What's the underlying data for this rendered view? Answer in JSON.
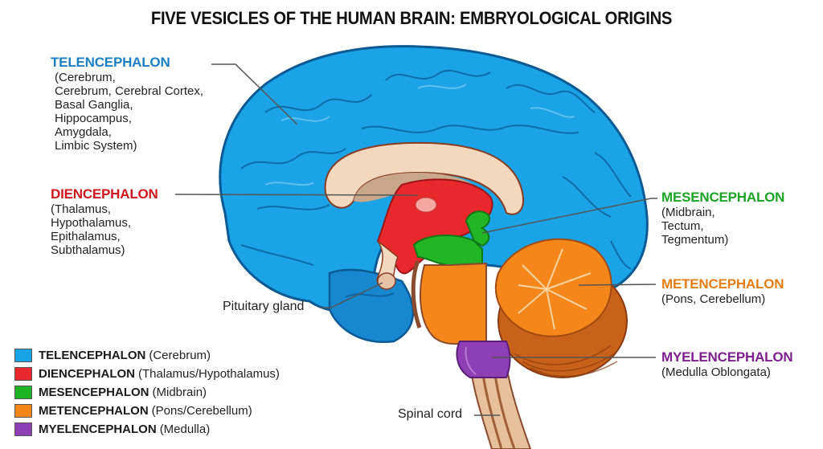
{
  "title": "FIVE VESICLES OF THE HUMAN BRAIN: EMBRYOLOGICAL ORIGINS",
  "colors": {
    "telencephalon": "#1aa3e6",
    "telencephalon_dark": "#0b6fb0",
    "diencephalon": "#e8282c",
    "mesencephalon": "#22b526",
    "metencephalon": "#f5861a",
    "metencephalon_dark": "#c8621a",
    "myelencephalon": "#8e3fb4",
    "white_matter": "#f1d8bf",
    "spinal_cord": "#e6c19c",
    "brainstem_brown": "#8a4a2e"
  },
  "callouts": {
    "telencephalon": {
      "name": "TELENCEPHALON",
      "color": "#1b7fc3",
      "detail": "(Cerebrum,\nCerebrum, Cerebral Cortex,\nBasal Ganglia,\nHippocampus,\nAmygdala,\nLimbic System)"
    },
    "diencephalon": {
      "name": "DIENCEPHALON",
      "color": "#d0161c",
      "detail": "(Thalamus,\n Hypothalamus,\n Epithalamus,\n Subthalamus)"
    },
    "mesencephalon": {
      "name": "MESENCEPHALON",
      "color": "#1aa524",
      "detail": "(Midbrain,\n Tectum,\n Tegmentum)"
    },
    "metencephalon": {
      "name": "METENCEPHALON",
      "color": "#e57e16",
      "detail": "(Pons, Cerebellum)"
    },
    "myelencephalon": {
      "name": "MYELENCEPHALON",
      "color": "#7d1f8e",
      "detail": "(Medulla Oblongata)"
    }
  },
  "labels": {
    "pituitary": "Pituitary gland",
    "spinal_cord": "Spinal cord"
  },
  "legend": [
    {
      "name": "TELENCEPHALON",
      "desc": "(Cerebrum)",
      "color": "#1aa3e6"
    },
    {
      "name": "DIENCEPHALON",
      "desc": "(Thalamus/Hypothalamus)",
      "color": "#e8282c"
    },
    {
      "name": "MESENCEPHALON",
      "desc": "(Midbrain)",
      "color": "#1fb424"
    },
    {
      "name": "METENCEPHALON",
      "desc": "(Pons/Cerebellum)",
      "color": "#f5861a"
    },
    {
      "name": "MYELENCEPHALON",
      "desc": "(Medulla)",
      "color": "#8e3fb4"
    }
  ]
}
